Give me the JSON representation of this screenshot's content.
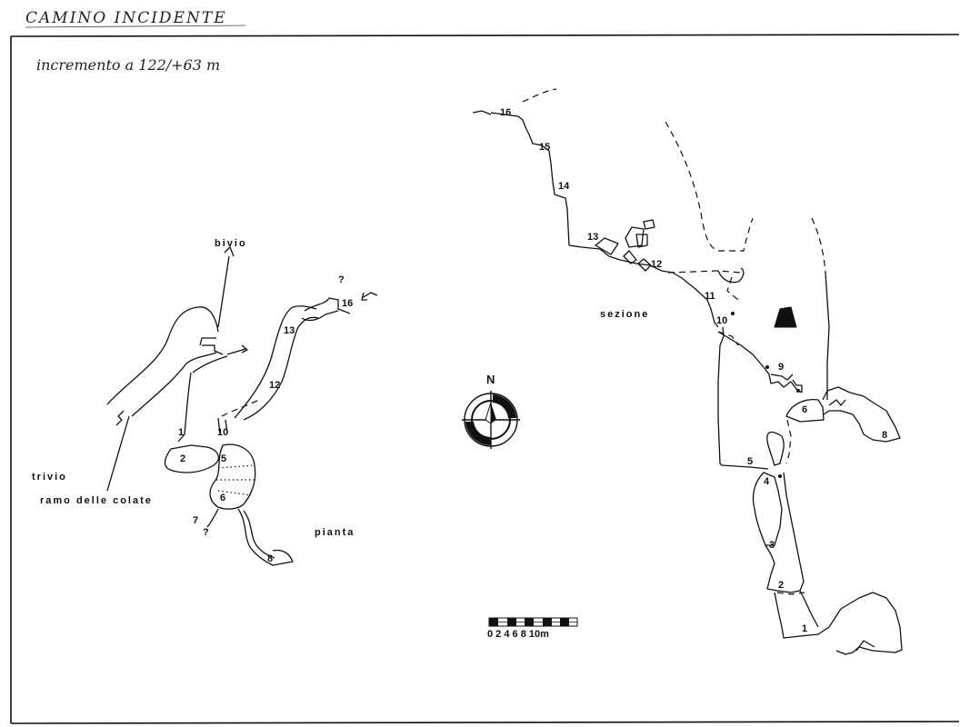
{
  "header": {
    "title": "CAMINO INCIDENTE",
    "note": "incremento a 122/+63 m"
  },
  "plan": {
    "label": "pianta",
    "annotations": {
      "bivio": "bivio",
      "trivio": "trivio",
      "ramo": "ramo delle colate",
      "question_1": "?",
      "question_2": "?"
    },
    "stations": [
      "1",
      "2",
      "5",
      "6",
      "7",
      "8",
      "10",
      "12",
      "13",
      "16"
    ]
  },
  "section": {
    "label": "sezione",
    "stations": [
      "1",
      "2",
      "3",
      "4",
      "5",
      "6",
      "8",
      "9",
      "10",
      "11",
      "12",
      "13",
      "14",
      "15",
      "16"
    ]
  },
  "compass": {
    "north_label": "N"
  },
  "scale": {
    "label": "0 2 4 6 8 10m"
  }
}
